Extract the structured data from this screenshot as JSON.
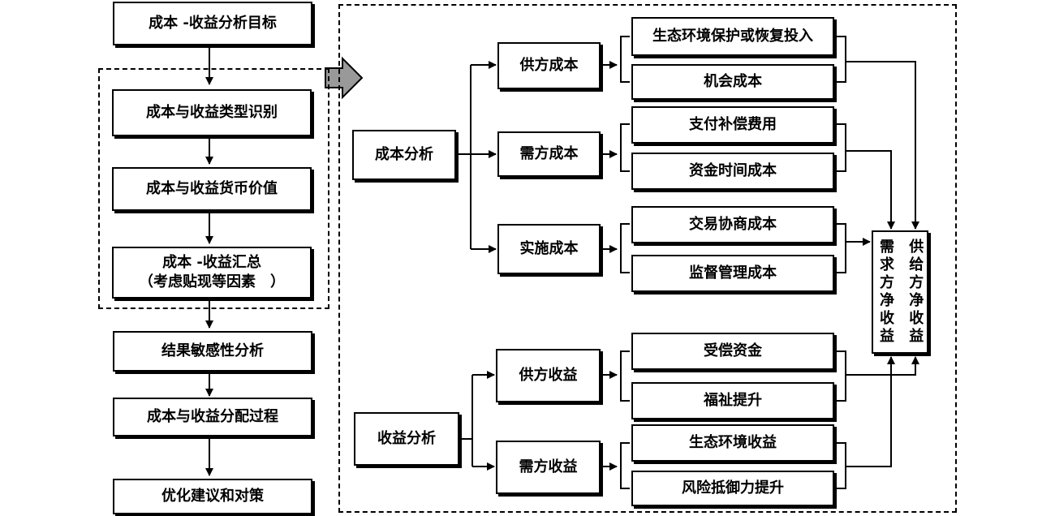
{
  "flow": {
    "goal": "成本 -收益分析目标",
    "step1": "成本与收益类型识别",
    "step2": "成本与收益货币价值",
    "step3_line1": "成本 -收益汇总",
    "step3_line2": "（考虑贴现等因素　）",
    "step4": "结果敏感性分析",
    "step5": "成本与收益分配过程",
    "step6": "优化建议和对策"
  },
  "cost": {
    "label": "成本分析",
    "supply": {
      "label": "供方成本",
      "items": [
        "生态环境保护或恢复投入",
        "机会成本"
      ]
    },
    "demand": {
      "label": "需方成本",
      "items": [
        "支付补偿费用",
        "资金时间成本"
      ]
    },
    "impl": {
      "label": "实施成本",
      "items": [
        "交易协商成本",
        "监督管理成本"
      ]
    }
  },
  "benefit": {
    "label": "收益分析",
    "supply": {
      "label": "供方收益",
      "items": [
        "受偿资金",
        "福祉提升"
      ]
    },
    "demand": {
      "label": "需方收益",
      "items": [
        "生态环境收益",
        "风险抵御力提升"
      ]
    }
  },
  "net": {
    "demand": "需求方净收益",
    "supply": "供给方净收益"
  }
}
